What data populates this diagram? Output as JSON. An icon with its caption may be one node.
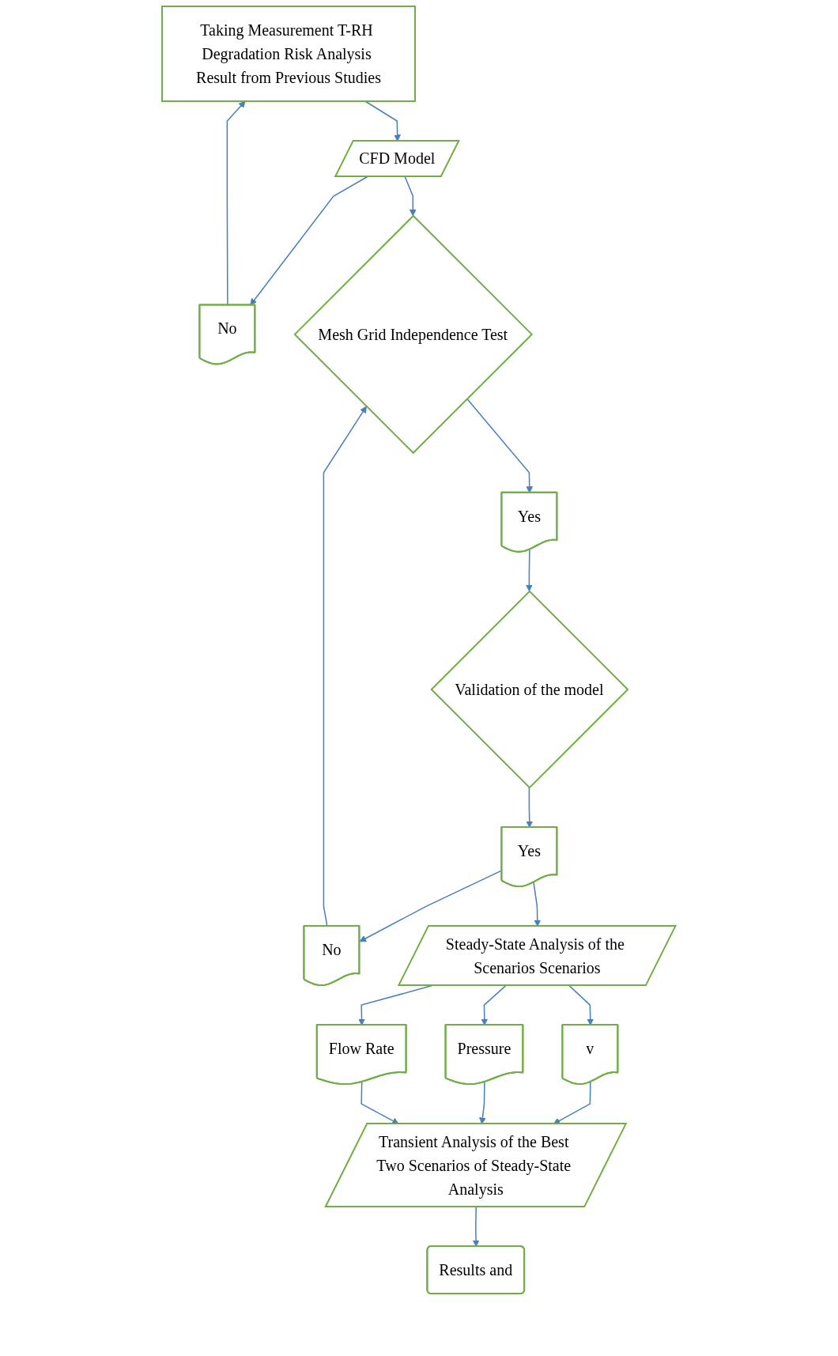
{
  "diagram": {
    "nodes": [
      {
        "text": [
          "Taking Measurement T-RH Degradation Risk Analysis Result from Previous Studies"
        ]
      },
      {
        "text": [
          "CFD Model"
        ]
      },
      {
        "text": [
          "No"
        ]
      },
      {
        "text": [
          "Mesh Grid Independence Test"
        ]
      },
      {
        "text": [
          "Yes"
        ]
      },
      {
        "text": [
          "Validation of the model"
        ]
      },
      {
        "text": [
          "Yes"
        ]
      },
      {
        "text": [
          "No"
        ]
      },
      {
        "text": [
          "Steady-State Analysis of the Scenarios Scenarios"
        ]
      },
      {
        "text": [
          "v"
        ]
      },
      {
        "text": [
          "Pressure"
        ]
      },
      {
        "text": [
          "Flow Rate"
        ]
      },
      {
        "text": [
          "Transient Analysis of the Best Two Scenarios of Steady-State Analysis"
        ]
      },
      {
        "text": [
          "Results and"
        ]
      }
    ],
    "edges": [
      {
        "from": 0,
        "to": 1,
        "arrow": "to"
      },
      {
        "from": 1,
        "to": 2,
        "arrow": "to"
      },
      {
        "from": 2,
        "to": 0,
        "arrow": "to"
      },
      {
        "from": 1,
        "to": 3,
        "arrow": "to"
      },
      {
        "from": 3,
        "to": 4,
        "arrow": "to"
      },
      {
        "from": 4,
        "to": 5,
        "arrow": "to"
      },
      {
        "from": 5,
        "to": 6,
        "arrow": "to"
      },
      {
        "from": 6,
        "to": 7,
        "arrow": "to"
      },
      {
        "from": 7,
        "to": 3,
        "arrow": "to"
      },
      {
        "from": 6,
        "to": 8,
        "arrow": "to"
      },
      {
        "from": 8,
        "to": 9,
        "arrow": "to"
      },
      {
        "from": 8,
        "to": 10,
        "arrow": "to"
      },
      {
        "from": 8,
        "to": 11,
        "arrow": "to"
      },
      {
        "from": 9,
        "to": 12,
        "arrow": "to"
      },
      {
        "from": 10,
        "to": 12,
        "arrow": "to"
      },
      {
        "from": 11,
        "to": 12,
        "arrow": "to"
      },
      {
        "from": 12,
        "to": 13,
        "arrow": "to"
      }
    ]
  }
}
